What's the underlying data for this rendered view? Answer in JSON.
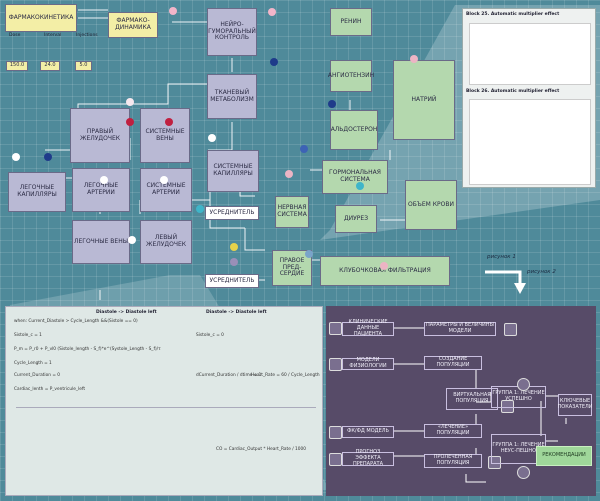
{
  "colors": {
    "background": "#4f8a9a",
    "block_lavender": "#b9b9d4",
    "block_green": "#b4d8ae",
    "block_yellow": "#f3eea6",
    "flow_panel": "#574b68",
    "flow_green": "#9fd79a",
    "equation_panel": "#dfe8e6"
  },
  "top": {
    "pk_title": "ФАРМАКОКИНЕТИКА",
    "pd_title": "ФАРМАКО-ДИНАМИКА",
    "params": [
      {
        "label": "Dose",
        "value": "150.0"
      },
      {
        "label": "Interval",
        "value": "24.0"
      },
      {
        "label": "Injections",
        "value": "5.0"
      }
    ]
  },
  "blocks": {
    "neuro": "НЕЙРО-ГУМОРАЛЬНЫЙ КОНТРОЛЬ",
    "tissue": "ТКАНЕВЫЙ МЕТАБОЛИЗМ",
    "right_ventricle": "ПРАВЫЙ ЖЕЛУДОЧЕК",
    "systemic_veins": "СИСТЕМНЫЕ ВЕНЫ",
    "pulmonary_capillaries": "ЛЕГОЧНЫЕ КАПИЛЛЯРЫ",
    "pulmonary_arteries": "ЛЕГОЧНЫЕ АРТЕРИИ",
    "systemic_arteries": "СИСТЕМНЫЕ АРТЕРИИ",
    "systemic_capillaries": "СИСТЕМНЫЕ КАПИЛЛЯРЫ",
    "averager_1": "УСРЕДНИТЕЛЬ",
    "pulmonary_veins": "ЛЕГОЧНЫЕ ВЕНЫ",
    "left_ventricle": "ЛЕВЫЙ ЖЕЛУДОЧЕК",
    "averager_2": "УСРЕДНИТЕЛЬ",
    "renin": "РЕНИН",
    "angiotensin": "АНГИОТЕНЗИН",
    "aldosterone": "АЛЬДОСТЕРОН",
    "sodium": "НАТРИЙ",
    "hormonal": "ГОРМОНАЛЬНАЯ СИСТЕМА",
    "nervous": "НЕРВНАЯ СИСТЕМА",
    "diuresis": "ДИУРЕЗ",
    "blood_volume": "ОБЪЕМ КРОВИ",
    "right_atrium": "ПРАВОЕ ПРЕД-СЕРДИЕ",
    "glomerular": "КЛУБОЧКОВАЯ ФИЛЬТРАЦИЯ"
  },
  "figure_labels": [
    "рисунок 1",
    "рисунок 2"
  ],
  "legend_box": {
    "block1_title": "Block 25. Automatic multiplier effect",
    "block2_title": "Block 26. Automatic multiplier effect"
  },
  "equations": {
    "header_left": "Diastole -> Diastole left",
    "header_right": "Diastole -> Diastole left",
    "lines": [
      "when: Current_Diastole > Cycle_Length  &&(Sistole == 0)",
      "Sistole_c = 1",
      "Sistole_c = 0",
      "P_m = P_r0 + P_vl0 (Sistole_length - S_f)*e^(Systole_Length - S_f)/τ",
      "Cycle_Length = 1",
      "Current_Duration = 0",
      "Cardiac_lenth = P_ventricule_left",
      "dCurrent_Duration / dtime = 1",
      "Heart_Rate = 60 / Cycle_Length",
      "CO = Cardiac_Output * Heart_Rate / 1000"
    ]
  },
  "flowchart": {
    "patient_data": "КЛИНИЧЕСКИЕ ДАННЫЕ ПАЦИЕНТА",
    "model_params": "ПАРАМЕТРЫ И ВЕЛИЧИНЫ МОДЕЛИ",
    "physiology": "МОДЕЛИ ФИЗИОЛОГИИ",
    "create_population": "СОЗДАНИЕ ПОПУЛЯЦИИ",
    "virtual_population": "ВИРТУАЛЬНАЯ ПОПУЛЯЦИЯ",
    "pkpd": "ФК/ФД МОДЕЛЬ",
    "treatment": "«ЛЕЧЕНИЕ» ПОПУЛЯЦИИ",
    "forecast": "ПРОГНОЗ ЭФФЕКТА ПРЕПАРАТА",
    "treated_population": "ПРОЛЕЧЕННАЯ ПОПУЛЯЦИЯ",
    "group1_success": "ГРУППА 1: ЛЕЧЕНИЕ УСПЕШНО",
    "group2_fail": "ГРУППА 1: ЛЕЧЕНИЕ НЕУС-ПЕШНО",
    "key_indicators": "КЛЮЧЕВЫЕ ПОКАЗАТЕЛИ",
    "recommendations": "РЕКОМЕНДАЦИИ"
  }
}
